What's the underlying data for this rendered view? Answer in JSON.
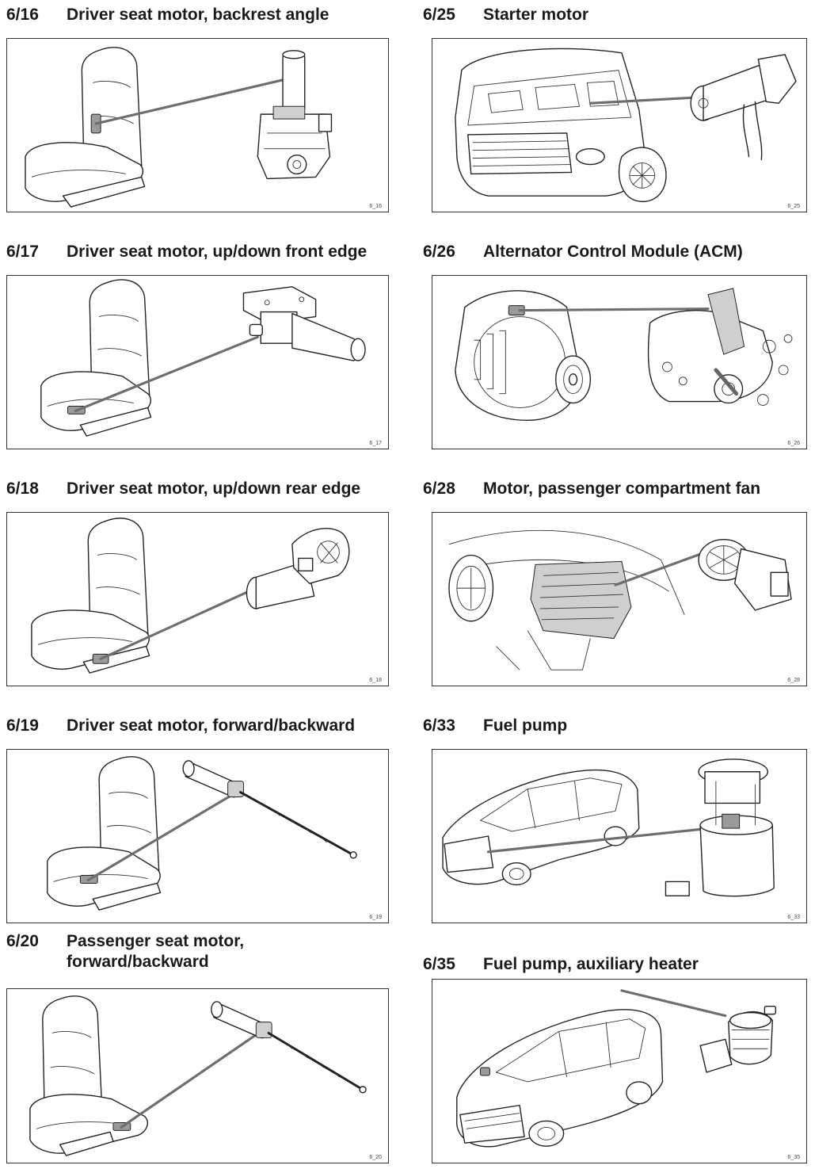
{
  "items": [
    {
      "num": "6/16",
      "title": "Driver seat motor, backrest angle",
      "code": "6_16"
    },
    {
      "num": "6/17",
      "title": "Driver seat motor, up/down front edge",
      "code": "6_17"
    },
    {
      "num": "6/18",
      "title": "Driver seat motor, up/down rear edge",
      "code": "6_18"
    },
    {
      "num": "6/19",
      "title": "Driver seat motor, forward/backward",
      "code": "6_19"
    },
    {
      "num": "6/20",
      "title": "Passenger seat motor,",
      "title2": "forward/backward",
      "code": "6_20"
    },
    {
      "num": "6/25",
      "title": "Starter motor",
      "code": "6_25"
    },
    {
      "num": "6/26",
      "title": "Alternator Control Module (ACM)",
      "code": "6_26"
    },
    {
      "num": "6/28",
      "title": "Motor, passenger compartment fan",
      "code": "6_28"
    },
    {
      "num": "6/33",
      "title": "Fuel pump",
      "code": "6_33"
    },
    {
      "num": "6/35",
      "title": "Fuel pump, auxiliary heater",
      "code": "6_35"
    }
  ]
}
